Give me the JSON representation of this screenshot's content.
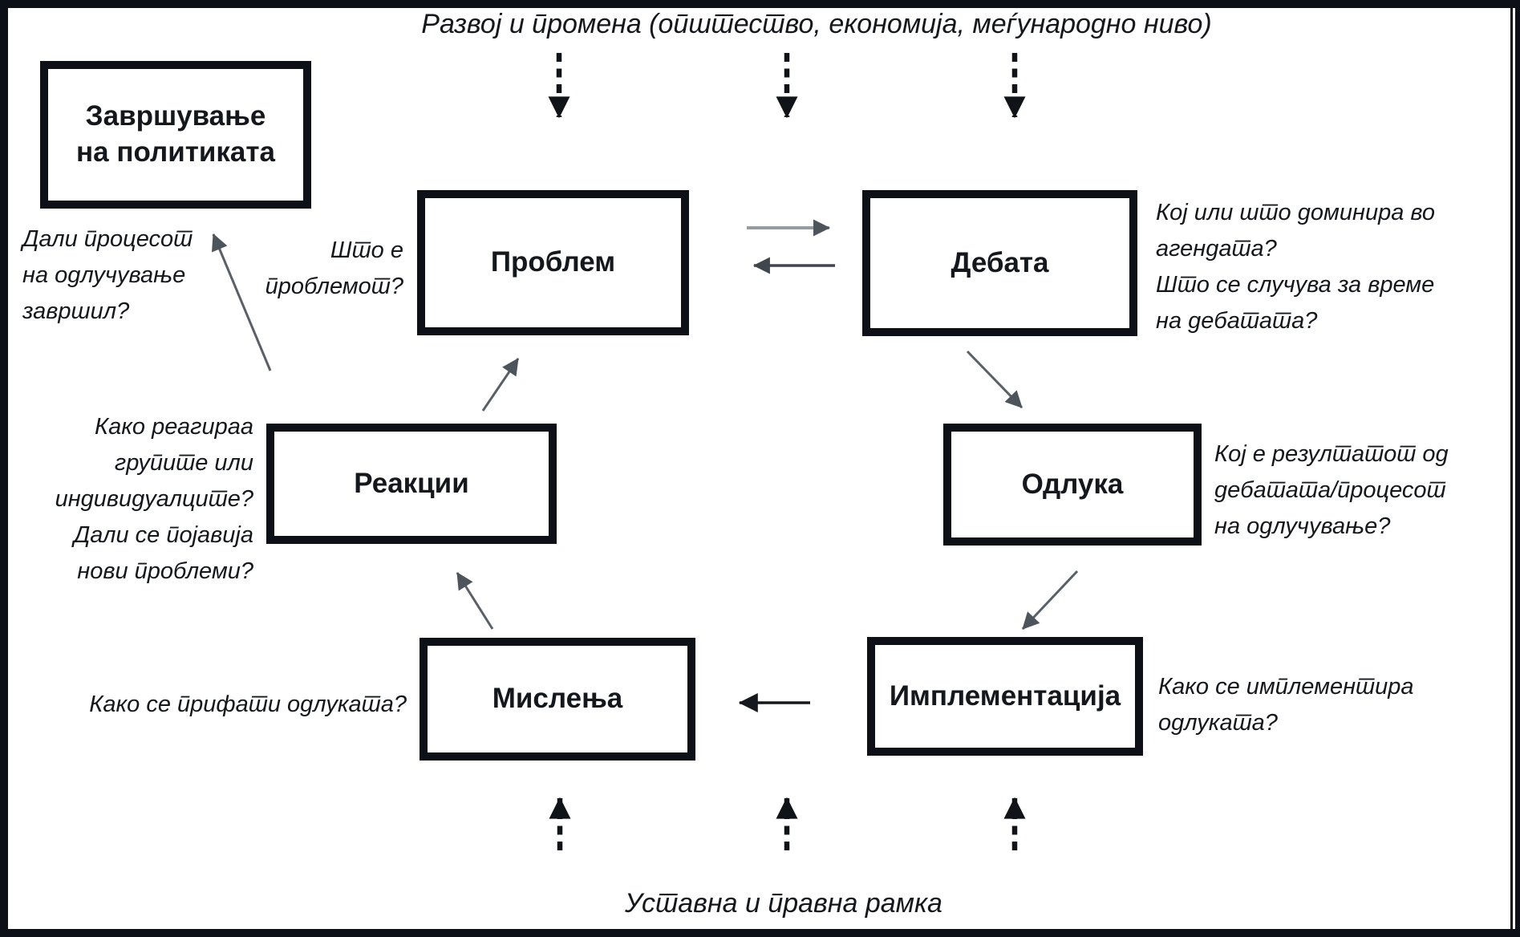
{
  "frame": {
    "top_banner": "Развој и промена (општество, економија, меѓународно ниво)",
    "bottom_banner": "Уставна и правна рамка"
  },
  "boxes": {
    "termination": {
      "label": "Завршување\nна политиката"
    },
    "problem": {
      "label": "Проблем"
    },
    "debate": {
      "label": "Дебата"
    },
    "decision": {
      "label": "Одлука"
    },
    "reactions": {
      "label": "Реакции"
    },
    "opinions": {
      "label": "Мислења"
    },
    "implementation": {
      "label": "Имплементација"
    }
  },
  "questions": {
    "termination": "Дали процесот\nна одлучување\nзавршил?",
    "problem": "Што е\nпроблемот?",
    "debate": "Кој или што доминира во\nагендата?\nШто се случува за време\nна дебатата?",
    "decision": "Кој е резултатот од\nдебатата/процесот\nна одлучување?",
    "reactions": "Како реагираа\nгрупите или\nиндивидуалците?\nДали се појавија\nнови проблеми?",
    "opinions": "Како се прифати одлуката?",
    "implementation": "Како се имплементира\nодлуката?"
  },
  "connections": [
    {
      "from": "top-banner",
      "to": "cycle",
      "style": "dashed-down-arrows",
      "count": 3
    },
    {
      "from": "bottom-banner",
      "to": "cycle",
      "style": "dashed-up-arrows",
      "count": 3
    },
    {
      "from": "problem",
      "to": "debate",
      "style": "solid"
    },
    {
      "from": "debate",
      "to": "problem",
      "style": "solid"
    },
    {
      "from": "debate",
      "to": "decision",
      "style": "solid"
    },
    {
      "from": "decision",
      "to": "implementation",
      "style": "solid"
    },
    {
      "from": "implementation",
      "to": "opinions",
      "style": "solid"
    },
    {
      "from": "opinions",
      "to": "reactions",
      "style": "solid"
    },
    {
      "from": "reactions",
      "to": "problem",
      "style": "solid"
    },
    {
      "from": "reactions",
      "to": "termination",
      "style": "solid"
    }
  ],
  "colors": {
    "ink": "#0d1117",
    "arrow_gray": "#5a6068",
    "arrow_light_gray": "#959ba3",
    "arrow_dark": "#40464e",
    "arrow_black": "#15191e",
    "background": "#ffffff"
  }
}
